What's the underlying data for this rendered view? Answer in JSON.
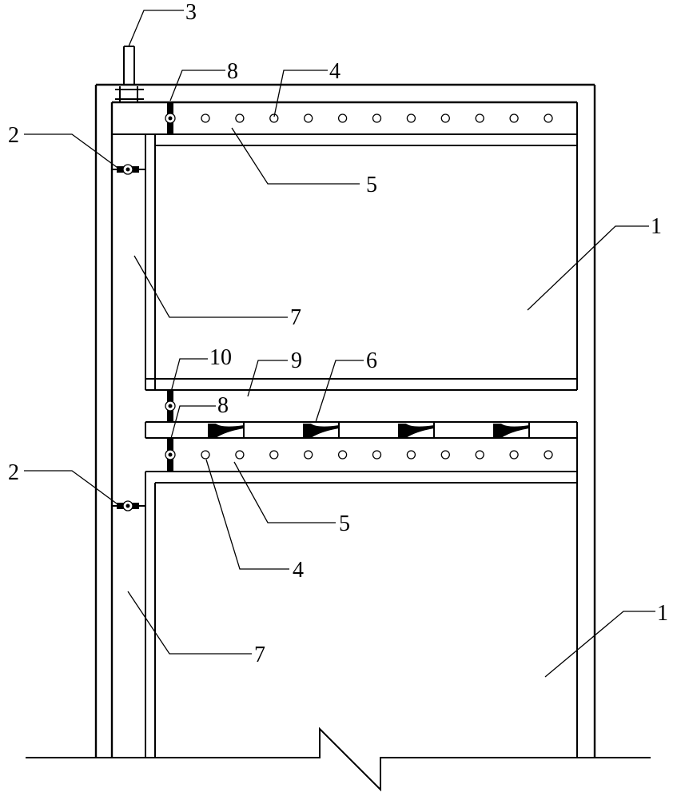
{
  "labels": {
    "l1_top": "1",
    "l1_bottom": "1",
    "l2_top": "2",
    "l2_bottom": "2",
    "l3": "3",
    "l4_top": "4",
    "l4_bottom": "4",
    "l5_top": "5",
    "l5_bottom": "5",
    "l6": "6",
    "l7_top": "7",
    "l7_bottom": "7",
    "l8_top": "8",
    "l8_mid": "8",
    "l9": "9",
    "l10": "10"
  },
  "holes_per_row": 11,
  "wedge_count": 4
}
